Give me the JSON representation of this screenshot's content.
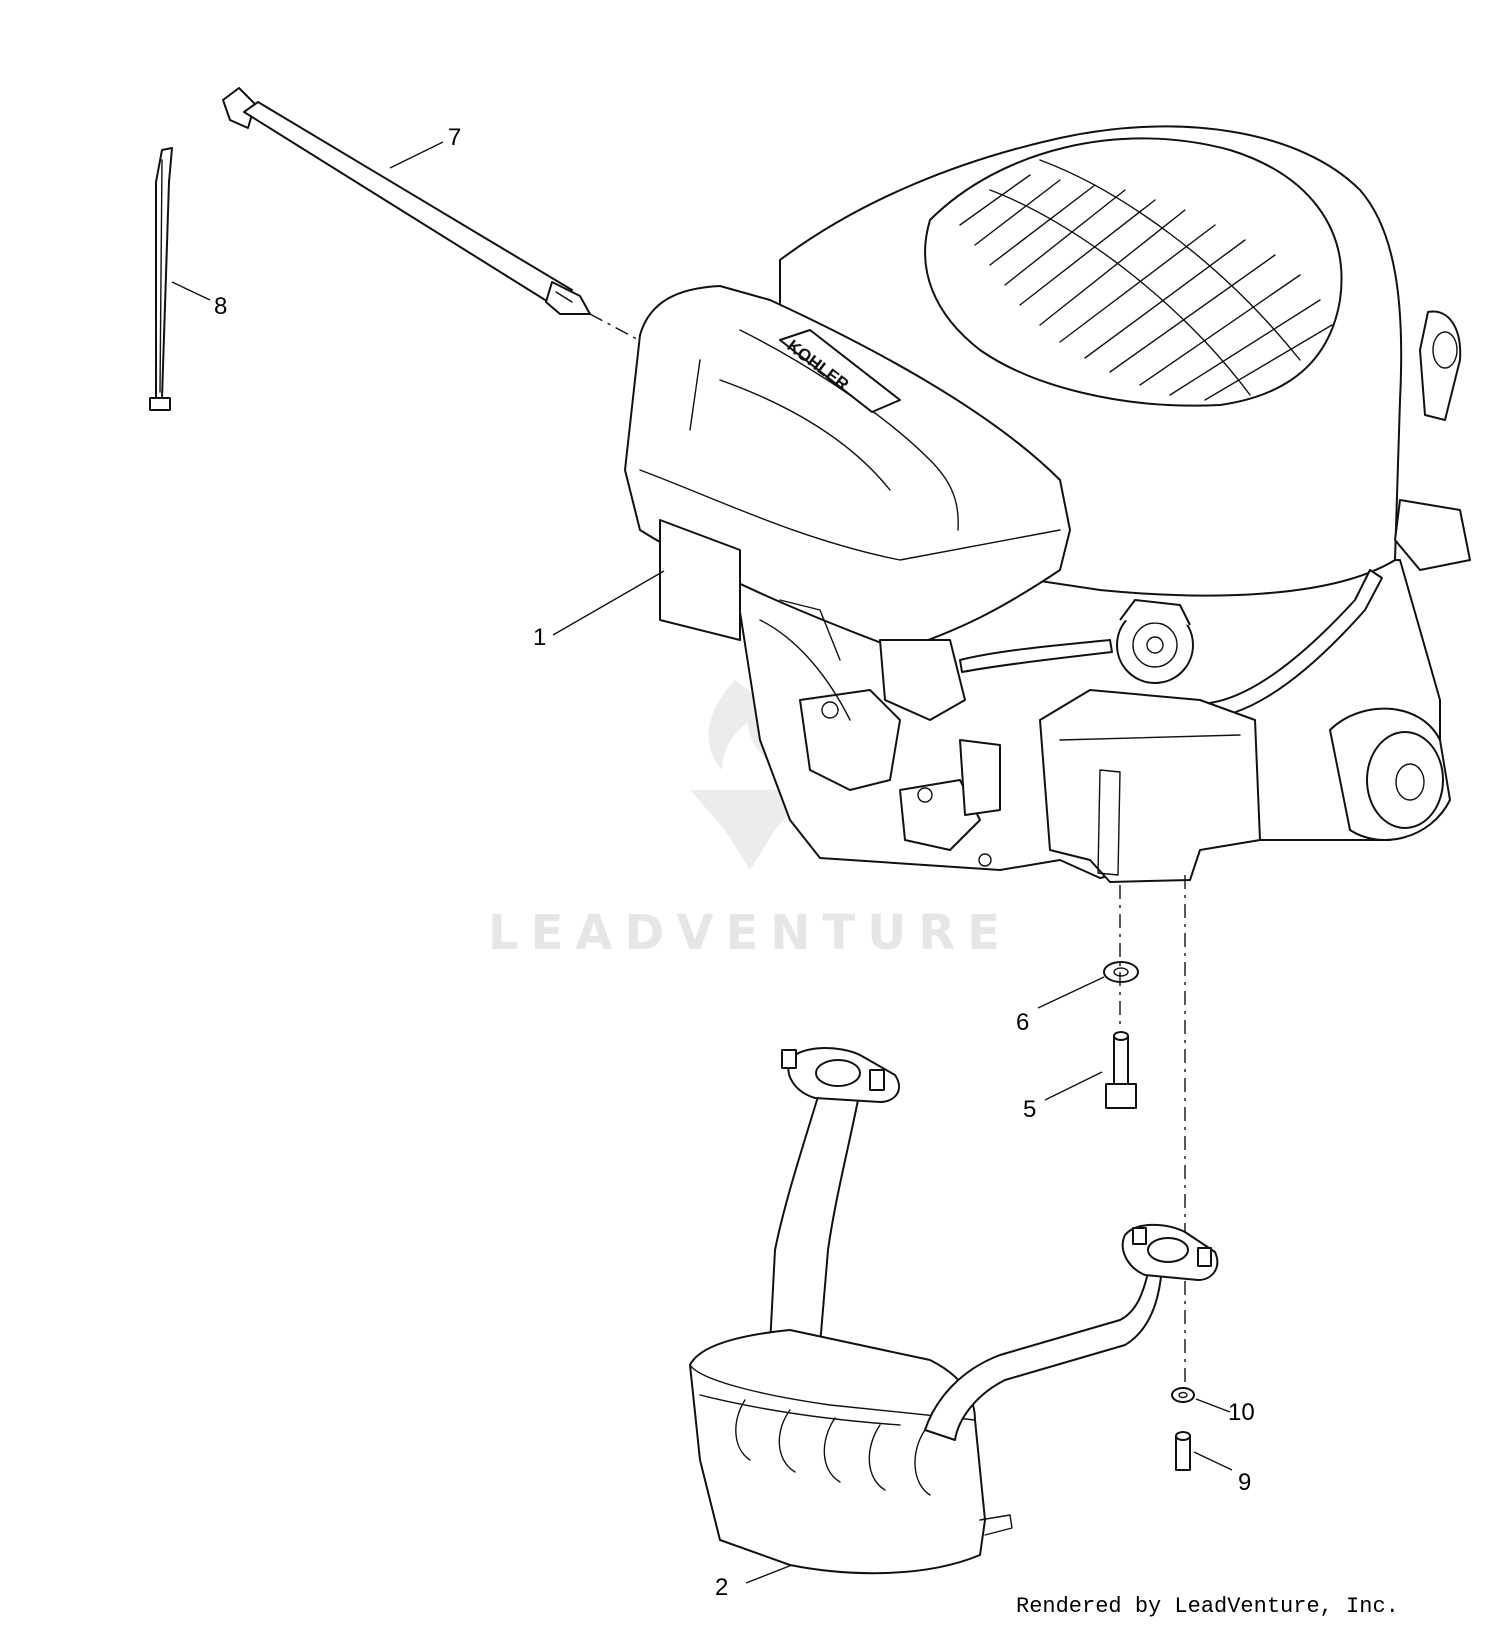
{
  "diagram": {
    "brand_label": "KOHLER",
    "watermark": "LEADVENTURE",
    "credit": "Rendered by LeadVenture, Inc.",
    "callouts": [
      {
        "id": "1",
        "text": "1"
      },
      {
        "id": "2",
        "text": "2"
      },
      {
        "id": "5",
        "text": "5"
      },
      {
        "id": "6",
        "text": "6"
      },
      {
        "id": "7",
        "text": "7"
      },
      {
        "id": "8",
        "text": "8"
      },
      {
        "id": "9",
        "text": "9"
      },
      {
        "id": "10",
        "text": "10"
      }
    ]
  }
}
